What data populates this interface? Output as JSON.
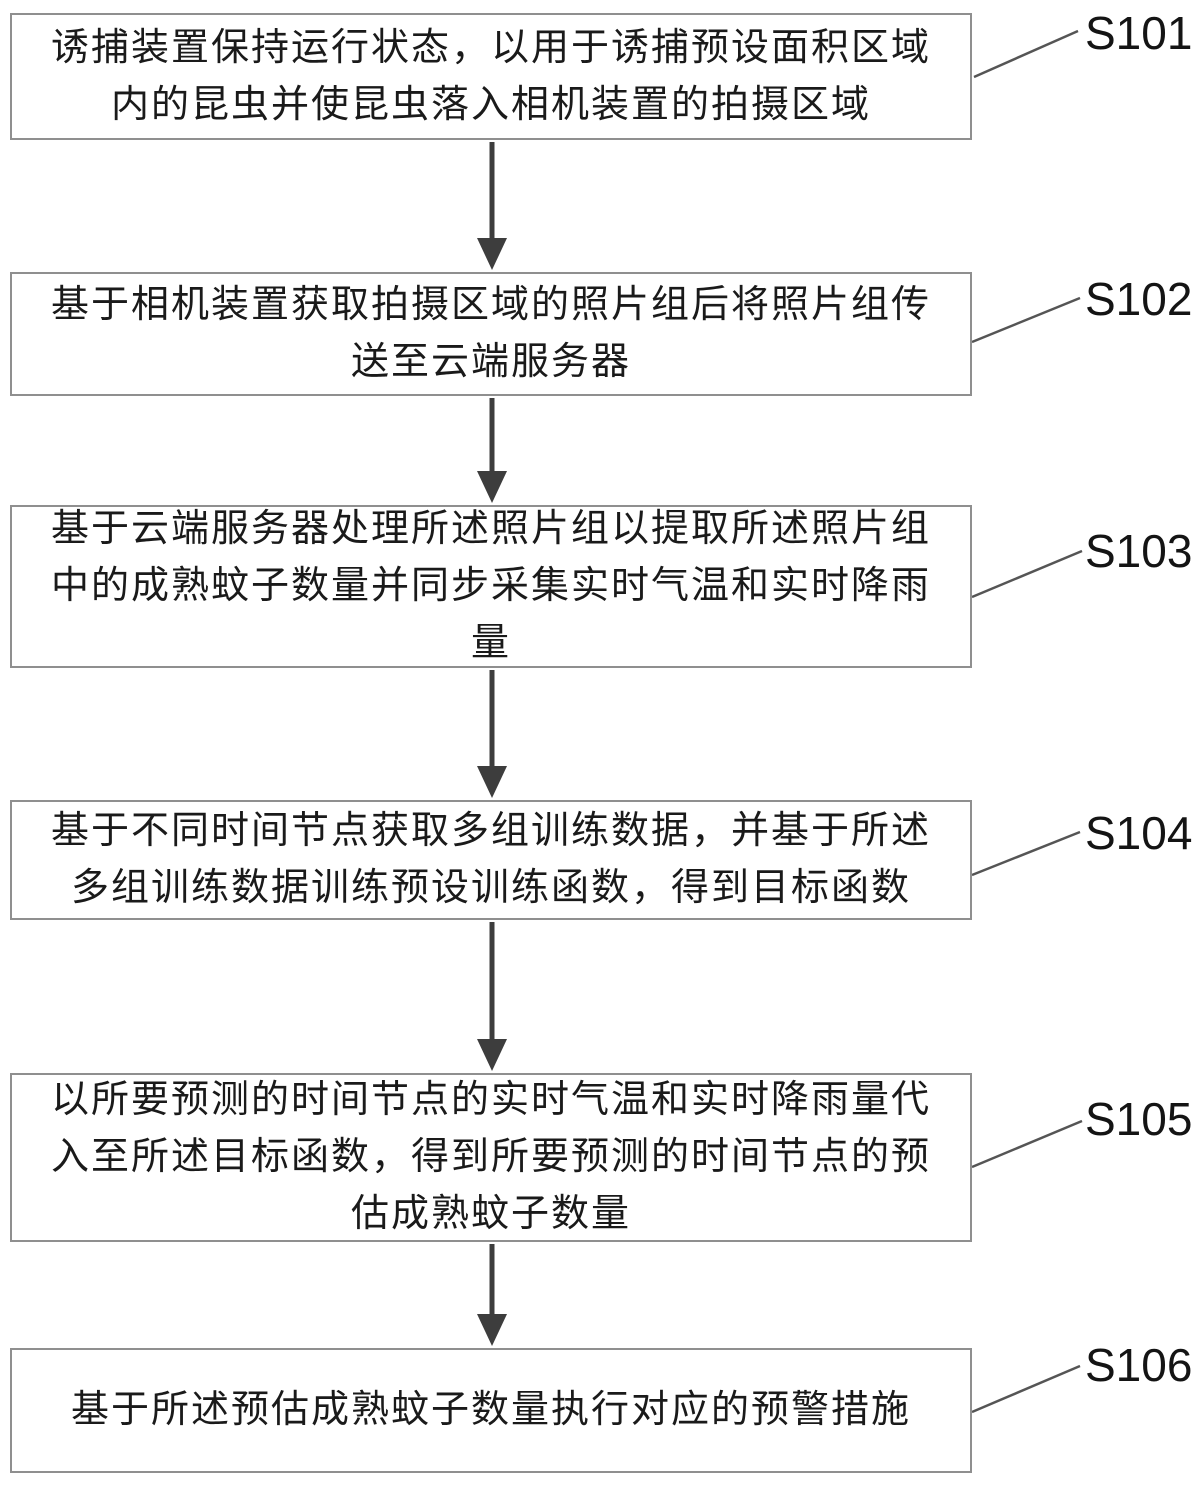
{
  "flowchart": {
    "kind": "patent-method-flowchart",
    "steps": [
      {
        "id": "S101",
        "text": "诱捕装置保持运行状态，以用于诱捕预设面积区域内的昆虫并使昆虫落入相机装置的拍摄区域"
      },
      {
        "id": "S102",
        "text": "基于相机装置获取拍摄区域的照片组后将照片组传送至云端服务器"
      },
      {
        "id": "S103",
        "text": "基于云端服务器处理所述照片组以提取所述照片组中的成熟蚊子数量并同步采集实时气温和实时降雨量"
      },
      {
        "id": "S104",
        "text": "基于不同时间节点获取多组训练数据，并基于所述多组训练数据训练预设训练函数，得到目标函数"
      },
      {
        "id": "S105",
        "text": "以所要预测的时间节点的实时气温和实时降雨量代入至所述目标函数，得到所要预测的时间节点的预估成熟蚊子数量"
      },
      {
        "id": "S106",
        "text": "基于所述预估成熟蚊子数量执行对应的预警措施"
      }
    ],
    "colors": {
      "box_border": "#8f8f8f",
      "arrow": "#3d3d3d",
      "leader_line": "#555555",
      "text": "#1a1a1a",
      "background": "#ffffff"
    }
  }
}
